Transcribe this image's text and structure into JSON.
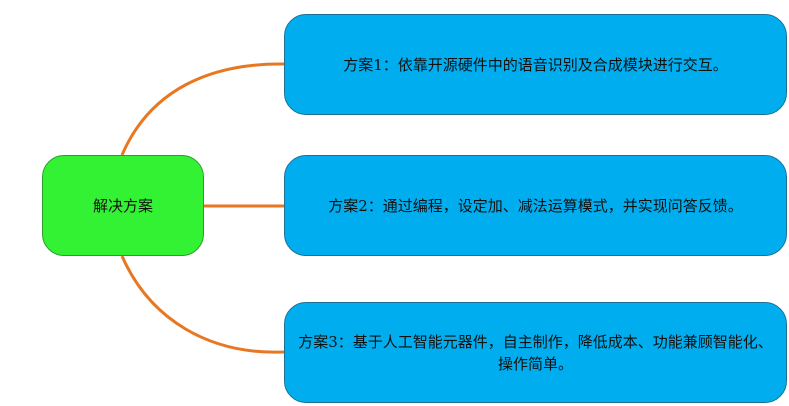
{
  "colors": {
    "center_fill": "#33f233",
    "branch_fill": "#00aeef",
    "connector": "#e87722"
  },
  "center": {
    "label": "解决方案"
  },
  "branches": [
    {
      "label": "方案1：依靠开源硬件中的语音识别及合成模块进行交互。"
    },
    {
      "label": "方案2：通过编程，设定加、减法运算模式，并实现问答反馈。"
    },
    {
      "label": "方案3：基于人工智能元器件，自主制作，降低成本、功能兼顾智能化、操作简单。"
    }
  ]
}
